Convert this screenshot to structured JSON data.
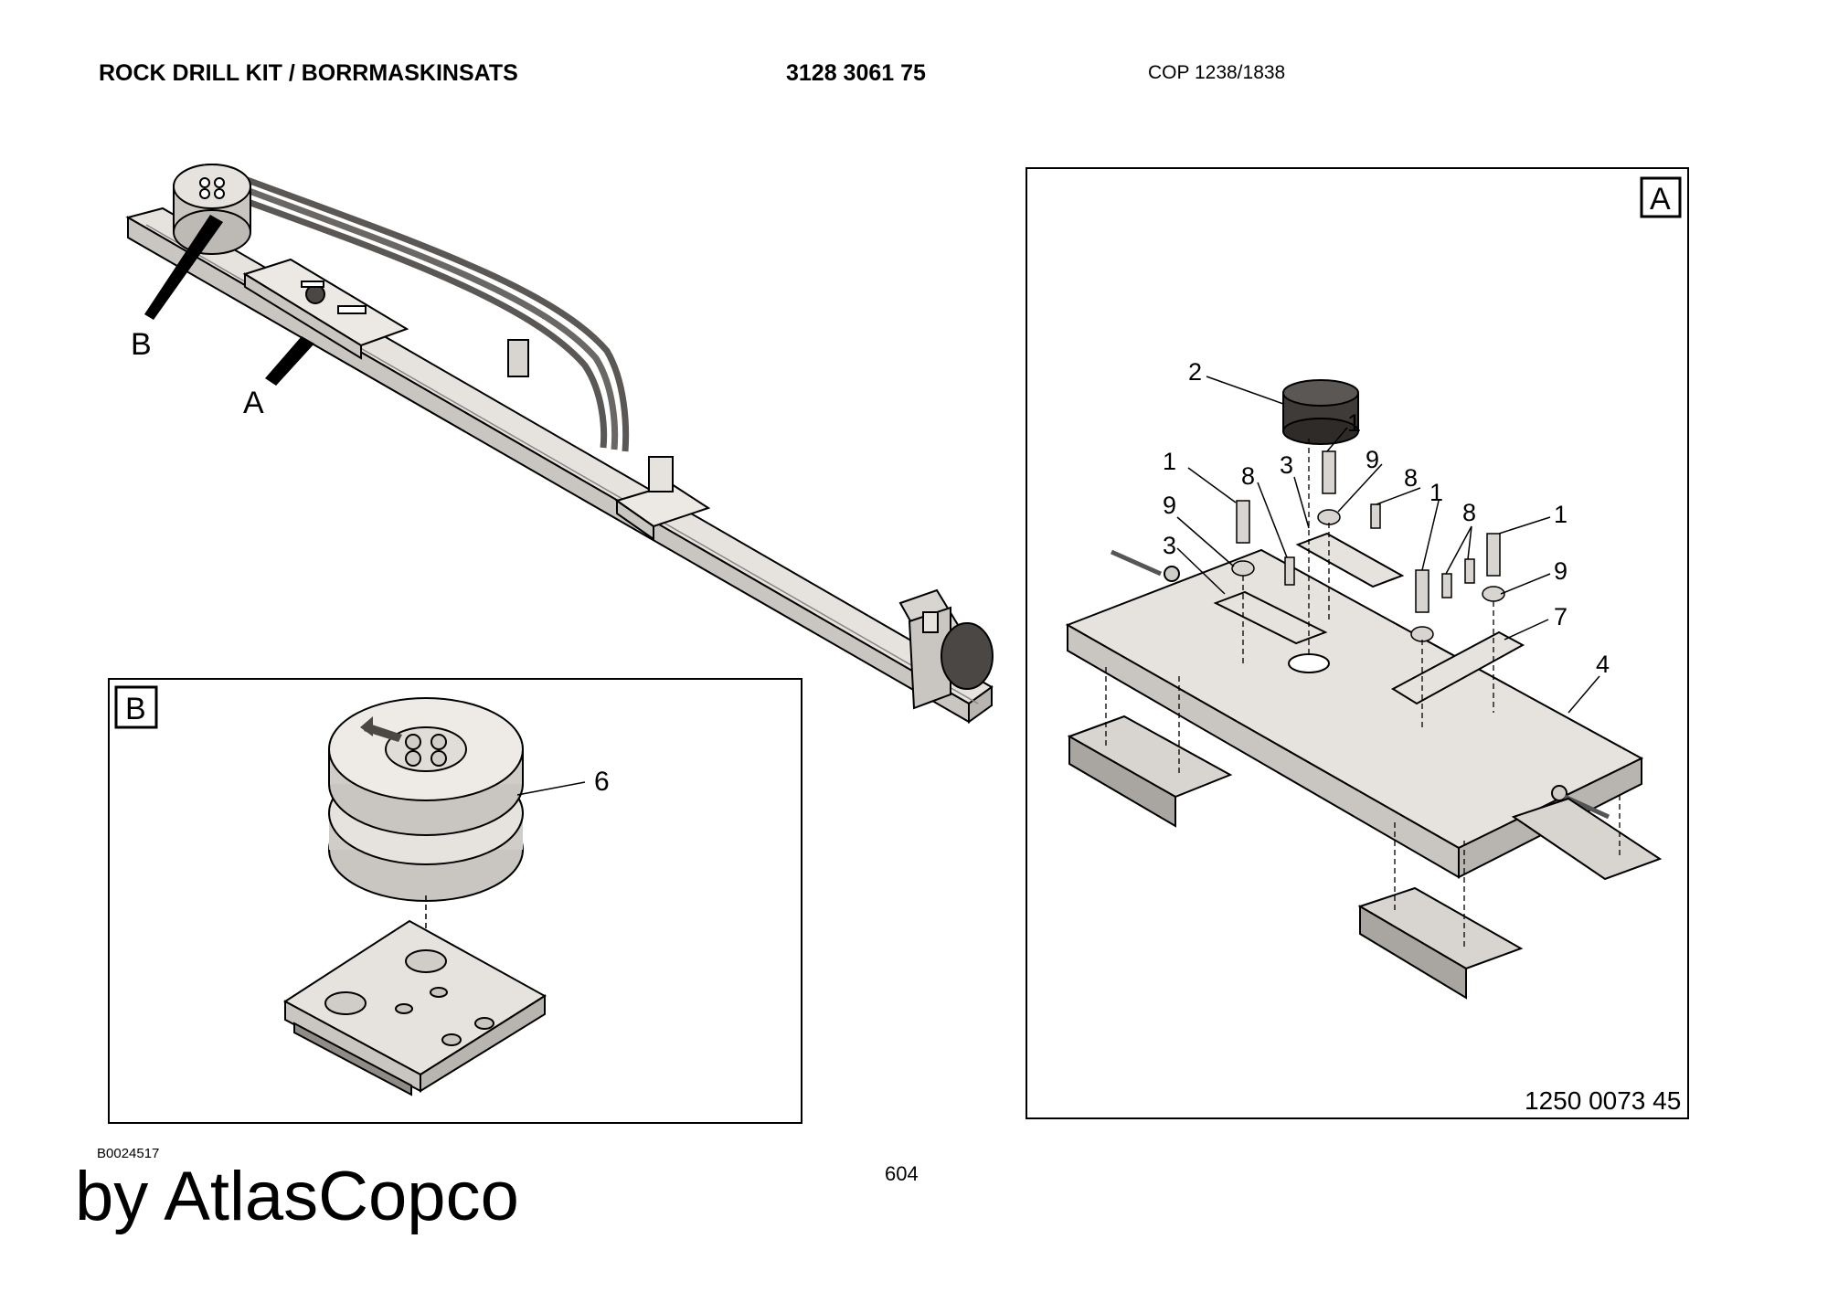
{
  "header": {
    "title": "ROCK DRILL KIT / BORRMASKINSATS",
    "part_number": "3128 3061 75",
    "model": "COP 1238/1838"
  },
  "overview": {
    "pointer_labels": [
      "B",
      "A"
    ]
  },
  "detail_b": {
    "box_label": "B",
    "callouts": [
      "6"
    ]
  },
  "detail_a": {
    "box_label": "A",
    "callouts": [
      "2",
      "1",
      "9",
      "8",
      "1",
      "3",
      "8",
      "1",
      "8",
      "1",
      "9",
      "3",
      "9",
      "7",
      "4"
    ],
    "reference_number": "1250 0073 45"
  },
  "footer": {
    "drawing_id": "B0024517",
    "page_number": "604",
    "brand": "by AtlasCopco"
  },
  "colors": {
    "line": "#000000",
    "part_fill": "#e6e3df",
    "part_shade": "#c9c5c0",
    "dark_part": "#4a4745"
  }
}
